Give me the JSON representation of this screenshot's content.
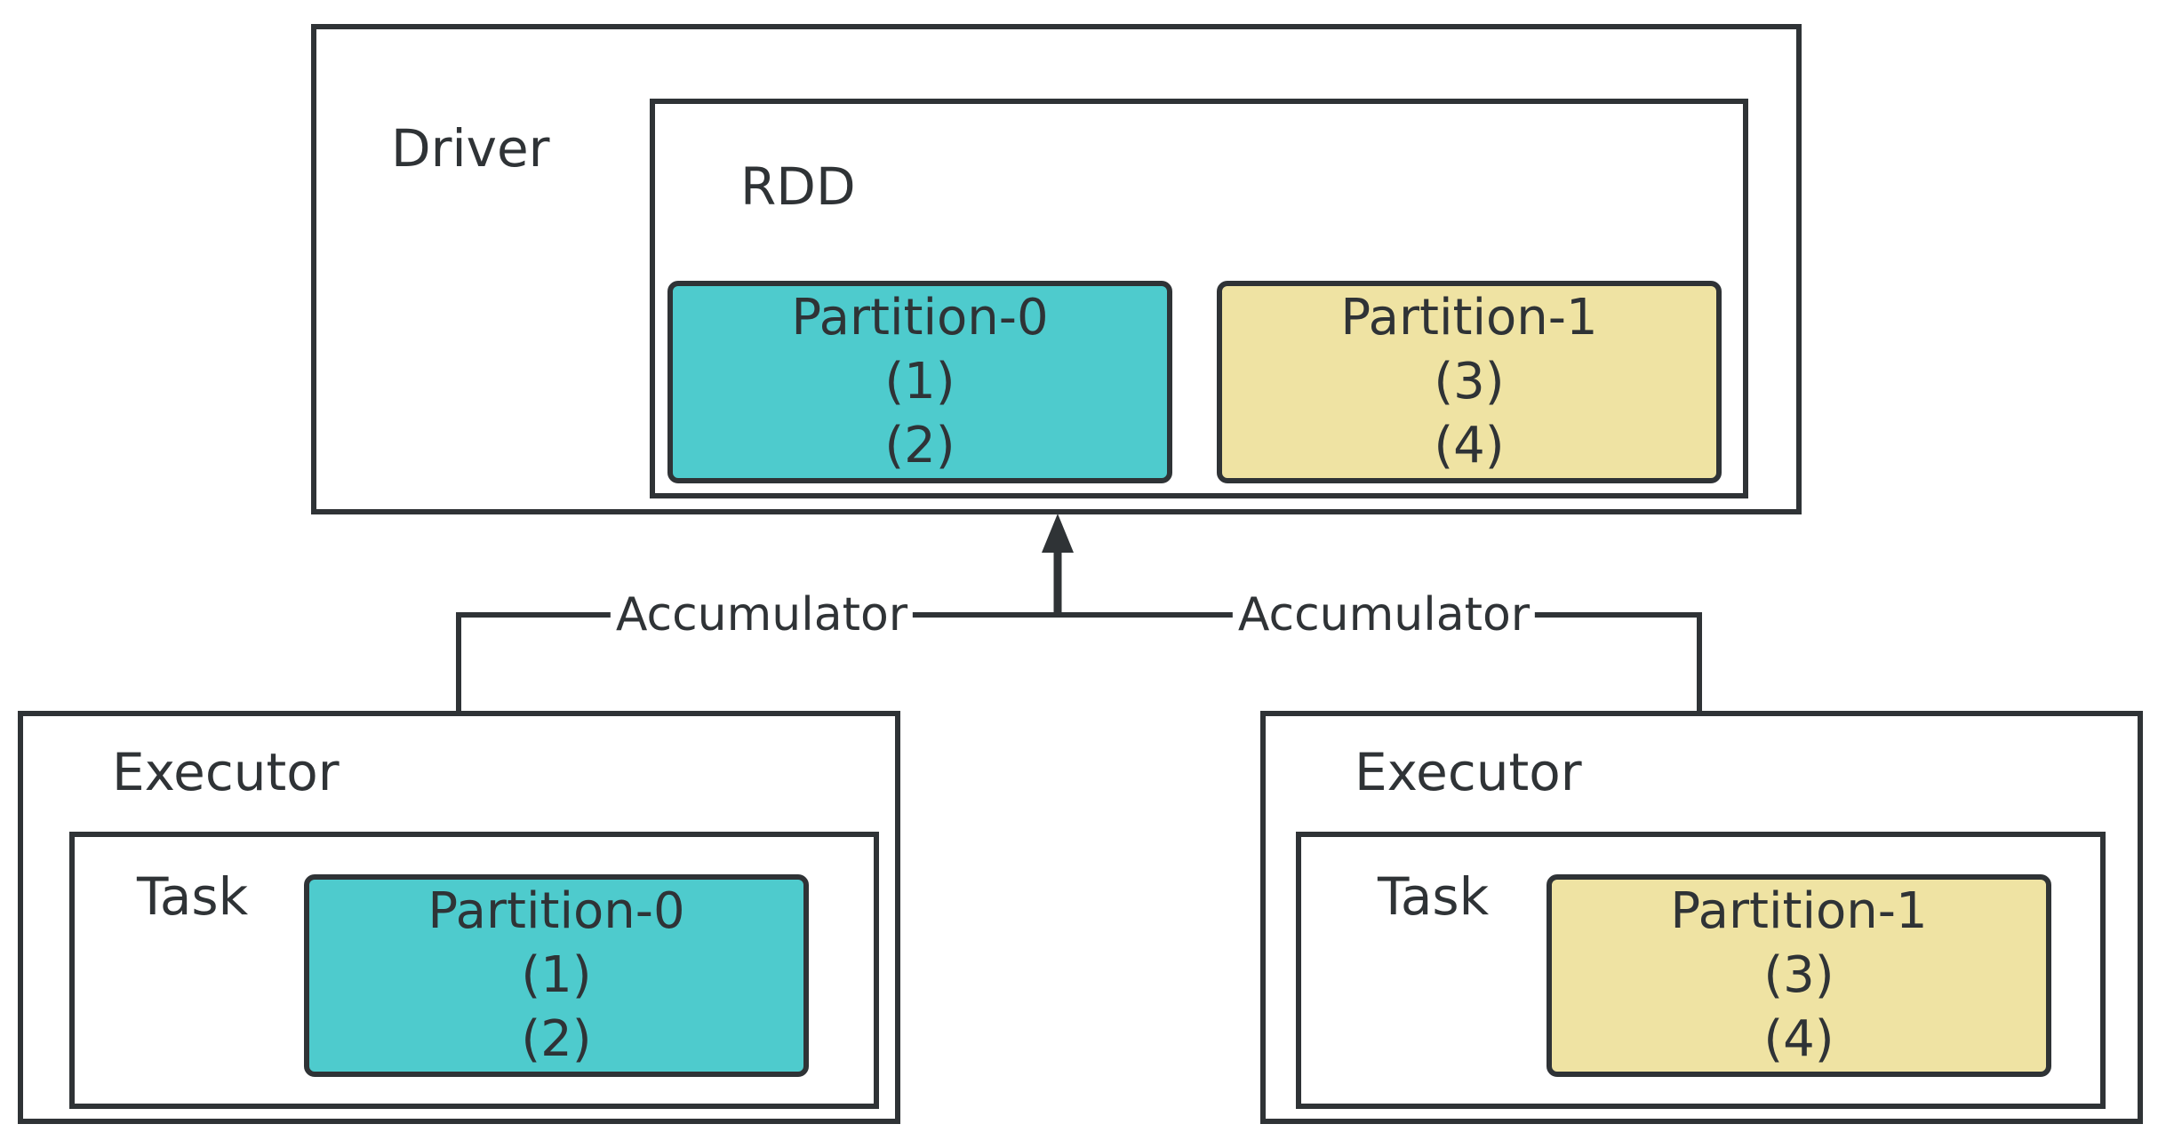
{
  "colors": {
    "partition_0_fill": "#4ecbcd",
    "partition_1_fill": "#efe3a3",
    "stroke": "#2f3336"
  },
  "driver": {
    "label": "Driver",
    "rdd": {
      "label": "RDD",
      "partitions": [
        {
          "name": "Partition-0",
          "items": [
            "(1)",
            "(2)"
          ]
        },
        {
          "name": "Partition-1",
          "items": [
            "(3)",
            "(4)"
          ]
        }
      ]
    }
  },
  "executors": [
    {
      "label": "Executor",
      "task": {
        "label": "Task",
        "partition": {
          "name": "Partition-0",
          "items": [
            "(1)",
            "(2)"
          ]
        }
      }
    },
    {
      "label": "Executor",
      "task": {
        "label": "Task",
        "partition": {
          "name": "Partition-1",
          "items": [
            "(3)",
            "(4)"
          ]
        }
      }
    }
  ],
  "edges": {
    "left_label": "Accumulator",
    "right_label": "Accumulator"
  }
}
